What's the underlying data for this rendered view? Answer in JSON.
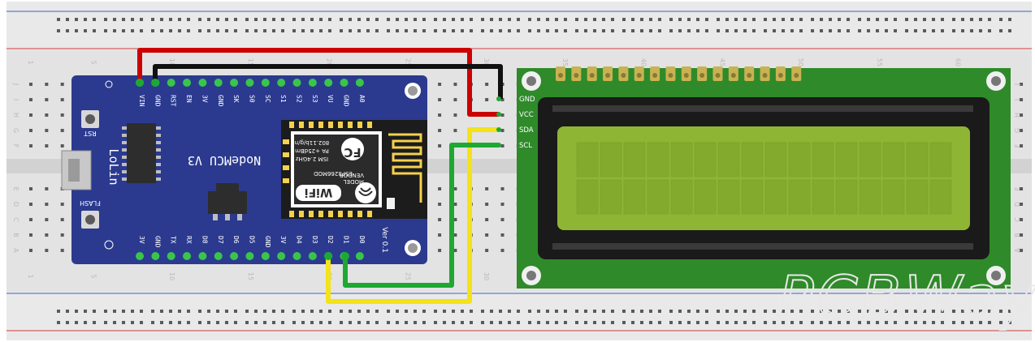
{
  "board": {
    "brand": "LoLin",
    "model": "NodeMCU V3",
    "version": "Ver 0.1",
    "button_rst": "RST",
    "button_flash": "FLASH",
    "top_pins": [
      "VIN",
      "GND",
      "RST",
      "EN",
      "3V",
      "GND",
      "SK",
      "S0",
      "SC",
      "S1",
      "S2",
      "S3",
      "VU",
      "GND",
      "A0"
    ],
    "bottom_pins": [
      "3V",
      "GND",
      "TX",
      "RX",
      "D8",
      "D7",
      "D6",
      "D5",
      "GND",
      "3V",
      "D4",
      "D3",
      "D2",
      "D1",
      "D0"
    ]
  },
  "module": {
    "vendor_line1": "VENDOR",
    "vendor_line2": "MODEL",
    "chip": "ESP8266MOD",
    "ism": "ISM 2.4GHz",
    "pa": "PA +25dBm",
    "std": "802.11b/g/n",
    "fc": "FC",
    "wifi": "WiFi"
  },
  "lcd": {
    "pins": [
      "GND",
      "VCC",
      "SDA",
      "SCL"
    ]
  },
  "breadboard": {
    "row_letters_top": [
      "J",
      "I",
      "H",
      "G",
      "F"
    ],
    "row_letters_bottom": [
      "E",
      "D",
      "C",
      "B",
      "A"
    ],
    "column_numbers": [
      "1",
      "5",
      "10",
      "15",
      "20",
      "25",
      "30",
      "35",
      "40",
      "45",
      "50",
      "55",
      "60"
    ]
  },
  "watermark": "PCBWay",
  "colors": {
    "board": "#2b3a8f",
    "lcd_pcb": "#2f8a2a",
    "lcd_screen": "#8fb535",
    "wire_red": "#cc0000",
    "wire_black": "#111111",
    "wire_yellow": "#f4e21a",
    "wire_green": "#1ea833"
  }
}
